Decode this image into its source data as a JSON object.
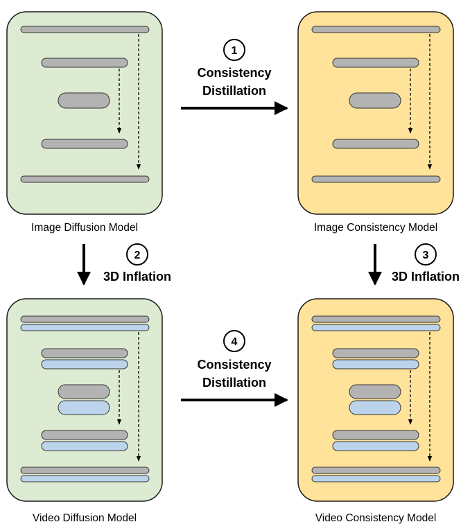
{
  "panels": {
    "image_diffusion": {
      "caption": "Image Diffusion Model",
      "fill": "#dcebd2"
    },
    "image_consistency": {
      "caption": "Image Consistency Model",
      "fill": "#ffe39a"
    },
    "video_diffusion": {
      "caption": "Video Diffusion Model",
      "fill": "#dcebd2"
    },
    "video_consistency": {
      "caption": "Video Consistency Model",
      "fill": "#ffe39a"
    }
  },
  "steps": [
    {
      "number": "1",
      "line1": "Consistency",
      "line2": "Distillation"
    },
    {
      "number": "2",
      "line1": "3D Inflation"
    },
    {
      "number": "3",
      "line1": "3D Inflation"
    },
    {
      "number": "4",
      "line1": "Consistency",
      "line2": "Distillation"
    }
  ],
  "colors": {
    "layer_gray": "#b3b3b3",
    "layer_blue": "#bcd3ec",
    "outline": "#1a1a1a"
  }
}
